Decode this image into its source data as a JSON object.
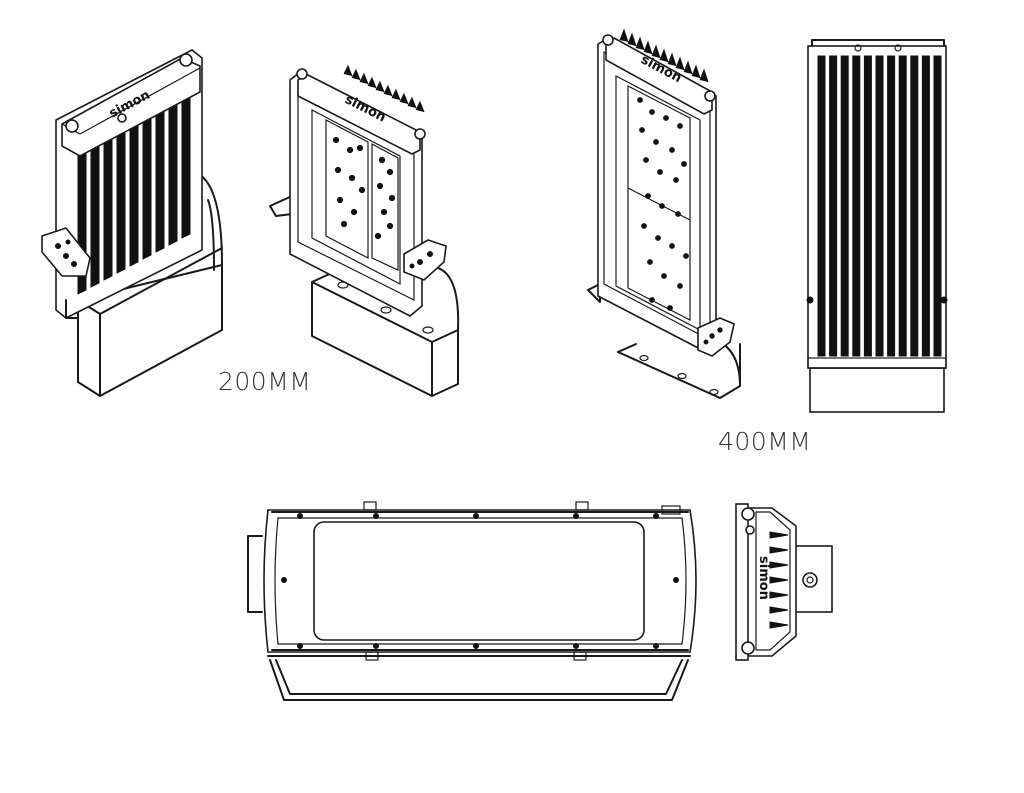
{
  "labels": {
    "size_small": "200MM",
    "size_large": "400MM"
  },
  "brand": "simon",
  "colors": {
    "line": "#1a1a1a",
    "fill_dark": "#111111",
    "label": "#333333",
    "background": "#ffffff"
  }
}
